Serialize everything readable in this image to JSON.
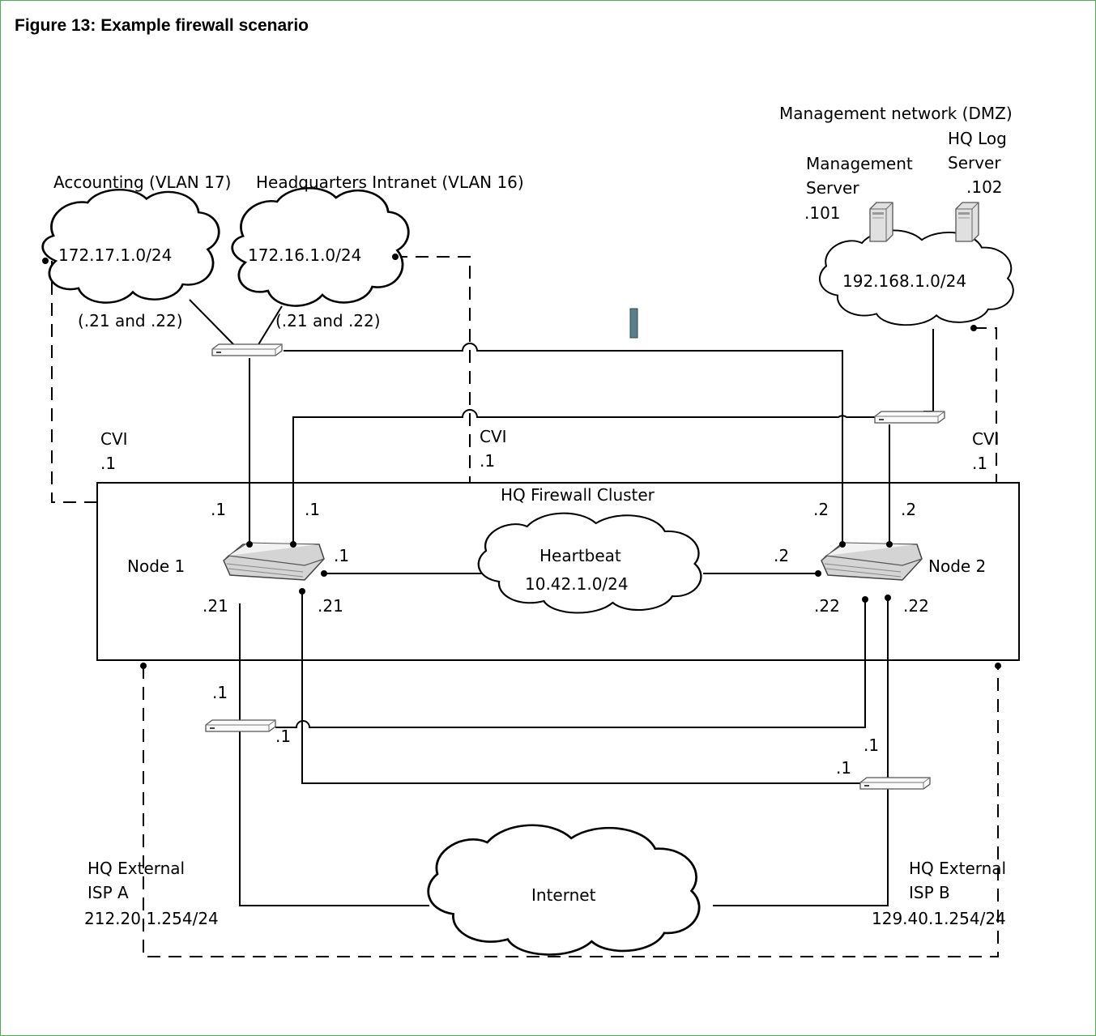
{
  "figure_title": "Figure 13: Example firewall scenario",
  "labels": {
    "accounting": "Accounting (VLAN 17)",
    "hq_intranet": "Headquarters Intranet (VLAN 16)",
    "mgmt_network": "Management network (DMZ)",
    "mgmt_server_1": "Management",
    "mgmt_server_2": "Server",
    "mgmt_server_ip": ".101",
    "log_server_1": "HQ Log",
    "log_server_2": "Server",
    "log_server_ip": ".102",
    "net_accounting": "172.17.1.0/24",
    "net_intranet": "172.16.1.0/24",
    "net_dmz": "192.168.1.0/24",
    "hosts_acc": "(.21 and .22)",
    "hosts_intra": "(.21 and .22)",
    "cvi_left": "CVI",
    "cvi_left_ip": ".1",
    "cvi_mid": "CVI",
    "cvi_mid_ip": ".1",
    "cvi_right": "CVI",
    "cvi_right_ip": ".1",
    "cluster": "HQ Firewall Cluster",
    "node1": "Node 1",
    "node2": "Node 2",
    "heartbeat": "Heartbeat",
    "heartbeat_net": "10.42.1.0/24",
    "n1_ip_a": ".1",
    "n1_ip_b": ".1",
    "n1_hb": ".1",
    "n1_ext_a": ".21",
    "n1_ext_b": ".21",
    "n2_ip_a": ".2",
    "n2_ip_b": ".2",
    "n2_hb": ".2",
    "n2_ext_a": ".22",
    "n2_ext_b": ".22",
    "ispa_sw1": ".1",
    "ispa_sw2": ".1",
    "ispb_sw1": ".1",
    "ispb_sw2": ".1",
    "internet": "Internet",
    "ext_a_1": "HQ External",
    "ext_a_2": "ISP A",
    "ext_a_net": "212.20.1.254/24",
    "ext_b_1": "HQ External",
    "ext_b_2": "ISP B",
    "ext_b_net": "129.40.1.254/24"
  }
}
